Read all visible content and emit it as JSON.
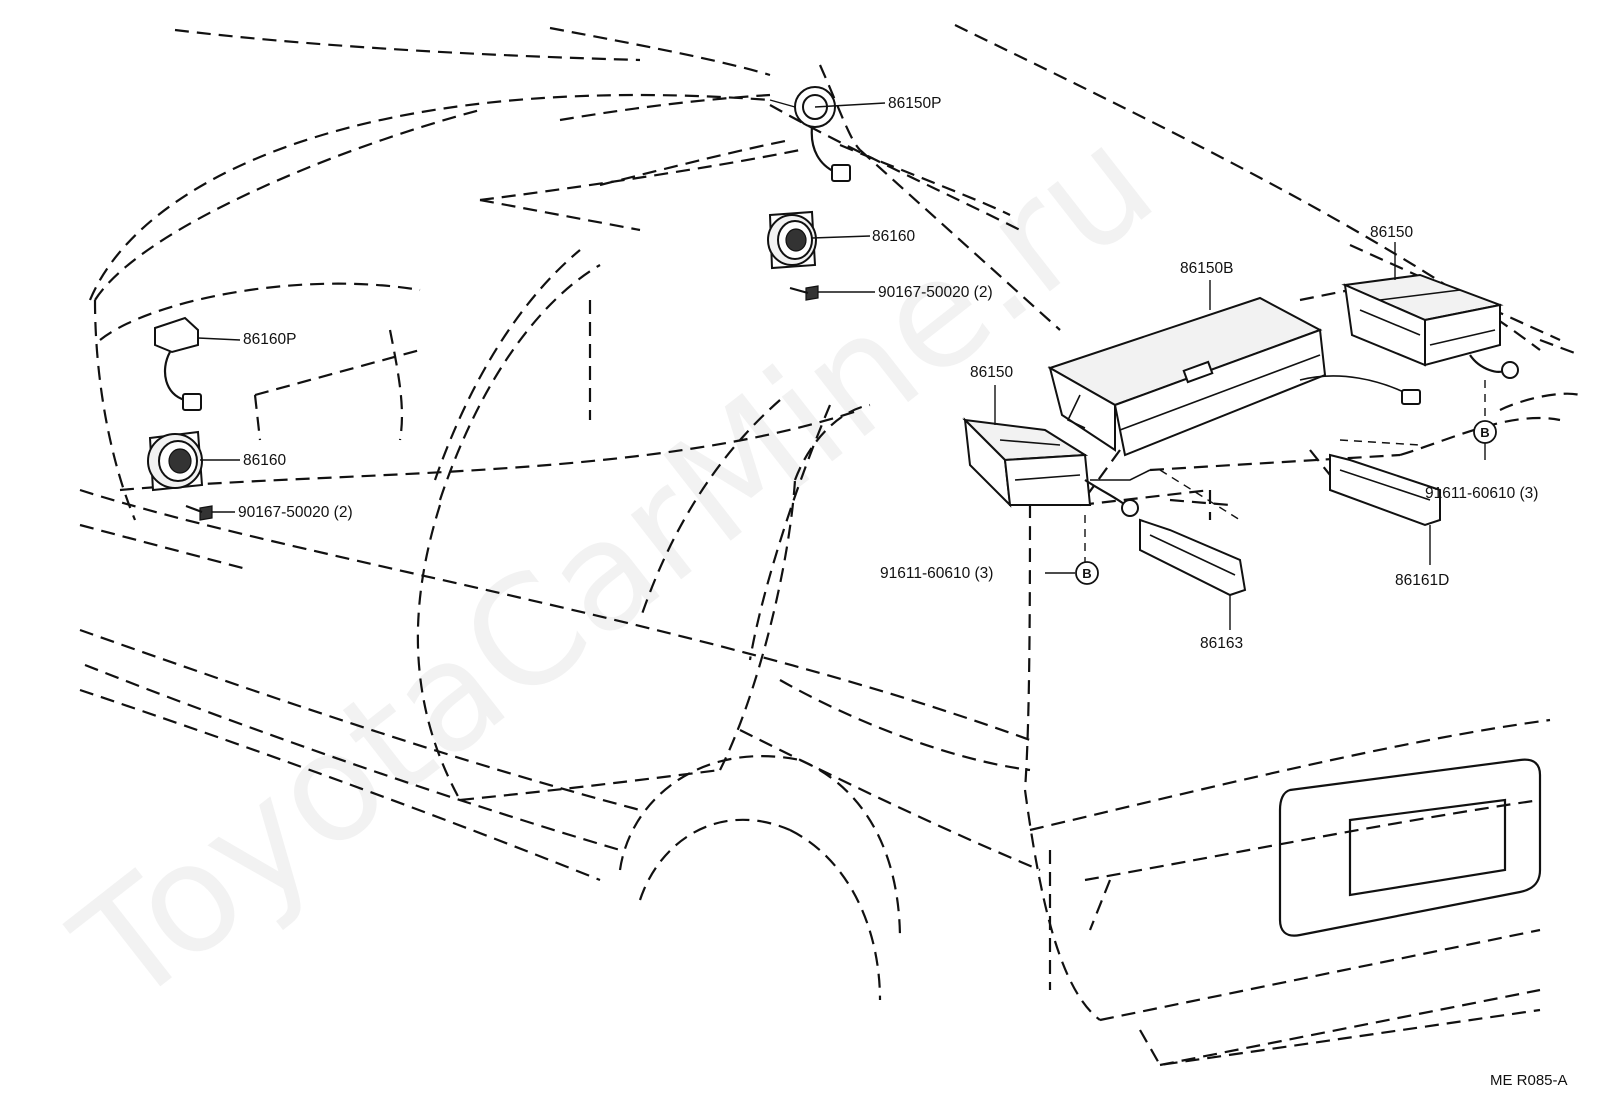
{
  "labels": {
    "l_86150P": "86150P",
    "l_86160_top": "86160",
    "l_90167_top": "90167-50020 (2)",
    "l_86160P": "86160P",
    "l_86160_left": "86160",
    "l_90167_left": "90167-50020 (2)",
    "l_86150B": "86150B",
    "l_86150_right": "86150",
    "l_86150_center": "86150",
    "l_91611_center": "91611-60610 (3)",
    "l_91611_right": "91611-60610 (3)",
    "l_86161D": "86161D",
    "l_86163": "86163"
  },
  "callouts": {
    "b_center": "B",
    "b_right": "B"
  },
  "code": "ME  R085-A",
  "watermark": "ToyotaCarMine.ru"
}
